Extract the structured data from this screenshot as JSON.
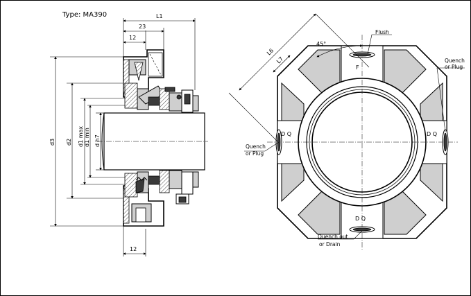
{
  "drawing": {
    "title": "Type: MA390",
    "side_view": {
      "dims": {
        "l1": "L1",
        "d23": "23",
        "d12_top": "12",
        "d12_bottom": "12",
        "d3": "d3",
        "d2": "d2",
        "d1_max": "d1  max",
        "d1_min": "d1  min",
        "d_h7": "d  h7"
      }
    },
    "front_view": {
      "labels": {
        "l6": "L6",
        "l7": "L7",
        "angle": "45°",
        "flush": "Flush",
        "f": "F",
        "quench_plug_right_1": "Quench",
        "quench_plug_right_2": "or Plug",
        "quench_plug_left_1": "Quench",
        "quench_plug_left_2": "or Plug",
        "quench_out_1": "Quench out",
        "quench_out_2": "or Drain",
        "dq_left": "D Q",
        "dq_right": "D Q",
        "dq_bottom": "D Q"
      }
    }
  }
}
